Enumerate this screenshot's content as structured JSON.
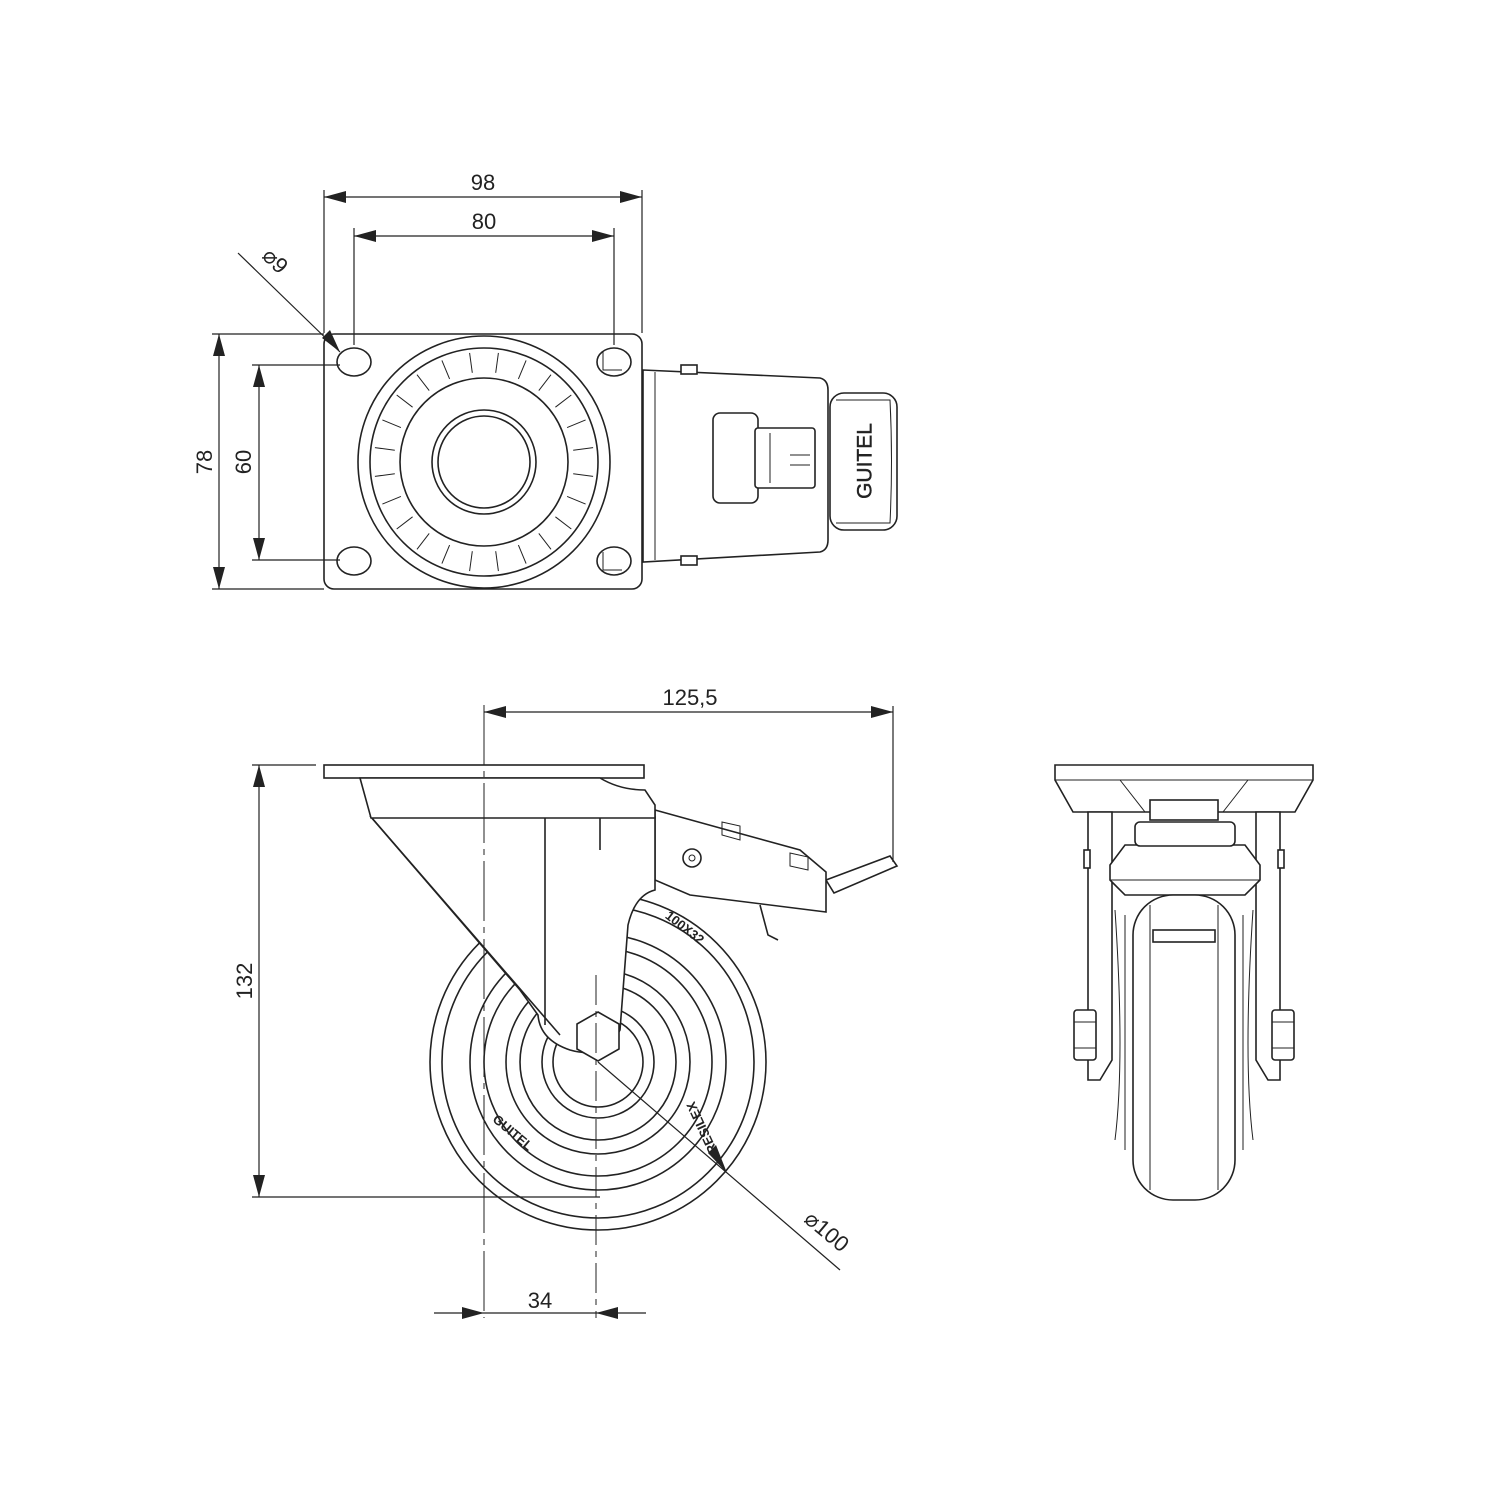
{
  "dimensions": {
    "plate_width": "98",
    "hole_spacing_x": "80",
    "hole_diameter": "⌀9",
    "plate_length": "78",
    "hole_spacing_y": "60",
    "total_reach": "125,5",
    "total_height": "132",
    "swivel_offset": "34",
    "wheel_diameter": "⌀100"
  },
  "markings": {
    "brake_brand": "GUITEL",
    "wheel_size": "100X32",
    "tread_brand": "RESILEX",
    "hub_brand": "GUITEL"
  }
}
